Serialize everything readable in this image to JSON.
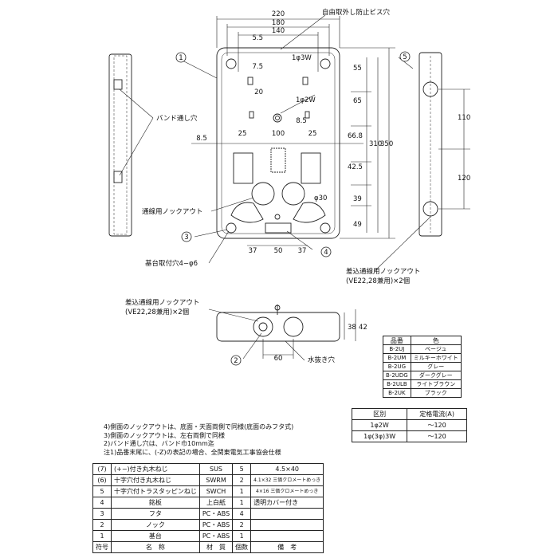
{
  "dims_top": {
    "w220": "220",
    "w180": "180",
    "w140": "140",
    "v55_small": "5.5",
    "v75": "7.5",
    "v20": "20",
    "v85_left": "8.5",
    "v25a": "25",
    "v100": "100",
    "v25b": "25",
    "v85_right": "8.5",
    "d37a": "37",
    "d50": "50",
    "d37b": "37"
  },
  "dims_right": {
    "r55": "55",
    "r65": "65",
    "r668": "66.8",
    "r425": "42.5",
    "r39": "39",
    "r49": "49",
    "r310": "310",
    "r350": "350"
  },
  "dims_side": {
    "s110": "110",
    "s120": "120"
  },
  "dims_bottom_view": {
    "b38": "38",
    "b42": "42",
    "b60": "60"
  },
  "labels": {
    "anti_removal_screw_hole": "自由取外し防止ビス穴",
    "phase_1_3w": "1φ3W",
    "phase_1_2w": "1φ2W",
    "band_hole": "バンド通し穴",
    "phi30": "φ30",
    "wiring_knockout": "通線用ノックアウト",
    "mounting_holes": "基台取付穴4−φ6",
    "insert_knockout_1": "差込通線用ノックアウト",
    "insert_knockout_1b": "(VE22,28兼用)×2個",
    "insert_knockout_2": "差込通線用ノックアウト",
    "insert_knockout_2b": "(VE22,28兼用)×2個",
    "drain_hole": "水抜き穴"
  },
  "callouts": {
    "c1": "1",
    "c2": "2",
    "c3": "3",
    "c4": "4",
    "c5": "5"
  },
  "color_table": {
    "headers": [
      "品番",
      "色"
    ],
    "rows": [
      [
        "B-2UJ",
        "ベージュ"
      ],
      [
        "B-2UM",
        "ミルキーホワイト"
      ],
      [
        "B-2UG",
        "グレー"
      ],
      [
        "B-2UDG",
        "ダークグレー"
      ],
      [
        "B-2ULB",
        "ライトブラウン"
      ],
      [
        "B-2UK",
        "ブラック"
      ]
    ]
  },
  "rating_table": {
    "headers": [
      "区別",
      "定格電流(A)"
    ],
    "rows": [
      [
        "1φ2W",
        "〜120"
      ],
      [
        "1φ(3φ)3W",
        "〜120"
      ]
    ]
  },
  "notes": [
    "4)側面のノックアウトは、底面・天面両側で同様(底面のみフタ式)",
    "3)側面のノックアウトは、左右両側で同様",
    "2)バンド通し穴は、バンド巾10mm迄",
    "注1)品番末尾に、(-Z)の表記の場合、全関東電気工事協会仕様"
  ],
  "parts_table": {
    "rows": [
      [
        "(7)",
        "(+−)付き丸木ねじ",
        "SUS",
        "5",
        "4.5×40"
      ],
      [
        "(6)",
        "十字穴付き丸木ねじ",
        "SWRM",
        "2",
        "4.1×32 三価クロメートめっき"
      ],
      [
        "5",
        "十字穴付トラスタッピンねじ",
        "SWCH",
        "1",
        "4×16 三価クロメートめっき"
      ],
      [
        "4",
        "銘板",
        "上白紙",
        "1",
        "透明カバー付き"
      ],
      [
        "3",
        "フタ",
        "PC・ABS",
        "4",
        ""
      ],
      [
        "2",
        "ノック",
        "PC・ABS",
        "2",
        ""
      ],
      [
        "1",
        "基台",
        "PC・ABS",
        "1",
        ""
      ]
    ],
    "headers": [
      "符号",
      "名　称",
      "材　質",
      "個数",
      "備　考"
    ]
  }
}
